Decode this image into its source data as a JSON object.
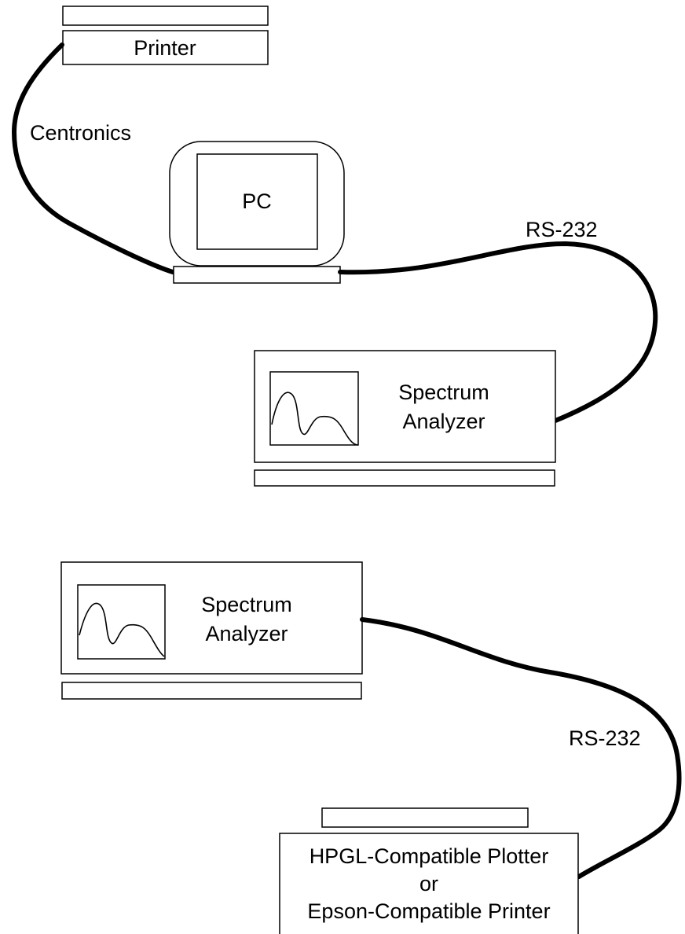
{
  "top_setup": {
    "printer": {
      "label": "Printer"
    },
    "centronics": {
      "label": "Centronics"
    },
    "pc": {
      "label": "PC"
    },
    "rs232": {
      "label": "RS-232"
    },
    "analyzer": {
      "label_line1": "Spectrum",
      "label_line2": "Analyzer"
    }
  },
  "bottom_setup": {
    "analyzer": {
      "label_line1": "Spectrum",
      "label_line2": "Analyzer"
    },
    "rs232": {
      "label": "RS-232"
    },
    "output_device": {
      "label_line1": "HPGL-Compatible Plotter",
      "label_line2": "or",
      "label_line3": "Epson-Compatible Printer"
    }
  },
  "colors": {
    "stroke": "#000000",
    "background": "#ffffff"
  }
}
